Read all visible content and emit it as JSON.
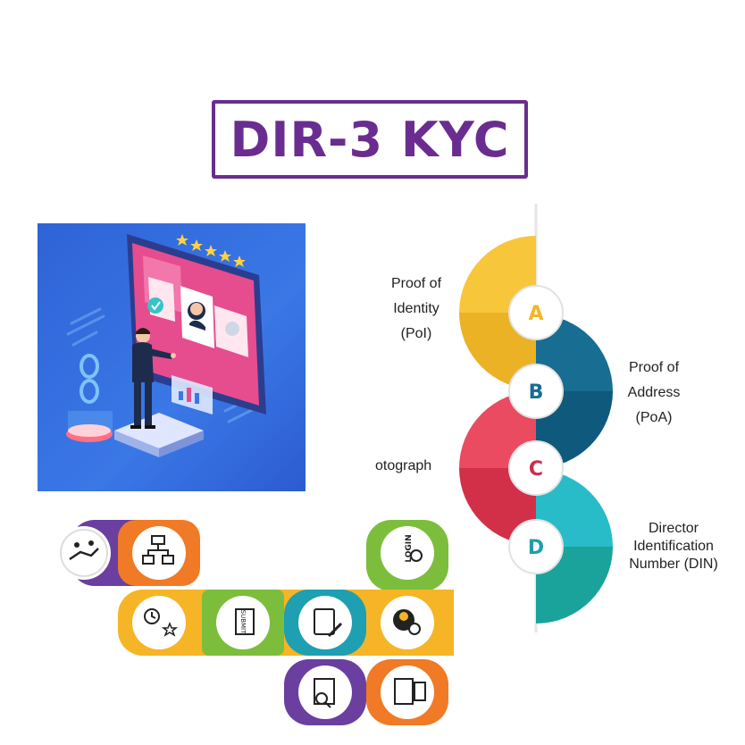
{
  "title": "DIR-3 KYC",
  "illustration": {
    "stars": 5
  },
  "steps": [
    {
      "letter": "A",
      "label": "Proof of\nIdentity\n(PoI)",
      "color_top": "#f8c63b",
      "color_bottom": "#ebb226",
      "letter_color": "#f2b624"
    },
    {
      "letter": "B",
      "label": "Proof of\nAddress\n(PoA)",
      "color_top": "#176d92",
      "color_bottom": "#0f5a7c",
      "letter_color": "#176d92"
    },
    {
      "letter": "C",
      "label": "otograph",
      "color_top": "#ea4b60",
      "color_bottom": "#d13048",
      "letter_color": "#c92e4a"
    },
    {
      "letter": "D",
      "label": "Director\nIdentification\nNumber (DIN)",
      "color_top": "#28bcc9",
      "color_bottom": "#1aa39a",
      "letter_color": "#1e9fa8"
    }
  ],
  "flow_tiles": [
    {
      "name": "flow-tile-hand-network",
      "icon": "hand-network-icon",
      "color": "#6a3fa0"
    },
    {
      "name": "flow-tile-flowchart",
      "icon": "flowchart-icon",
      "color": "#f07a26"
    },
    {
      "name": "flow-tile-clock-star",
      "icon": "clock-star-icon",
      "color": "#f5b526"
    },
    {
      "name": "flow-tile-submit-hand",
      "icon": "submit-hand-icon",
      "color": "#7cbe3c"
    },
    {
      "name": "flow-tile-tablet-pen",
      "icon": "tablet-pen-icon",
      "color": "#1e9fb2"
    },
    {
      "name": "flow-tile-login",
      "icon": "login-icon",
      "color": "#7cbe3c",
      "text": "LOGIN"
    },
    {
      "name": "flow-tile-user-check",
      "icon": "user-check-icon",
      "color": "#f5b526"
    },
    {
      "name": "flow-tile-document-search",
      "icon": "document-search-icon",
      "color": "#6a3fa0"
    },
    {
      "name": "flow-tile-submit-doc",
      "icon": "submit-doc-icon",
      "color": "#f07a26"
    }
  ],
  "submit_label": "SUBMIT"
}
